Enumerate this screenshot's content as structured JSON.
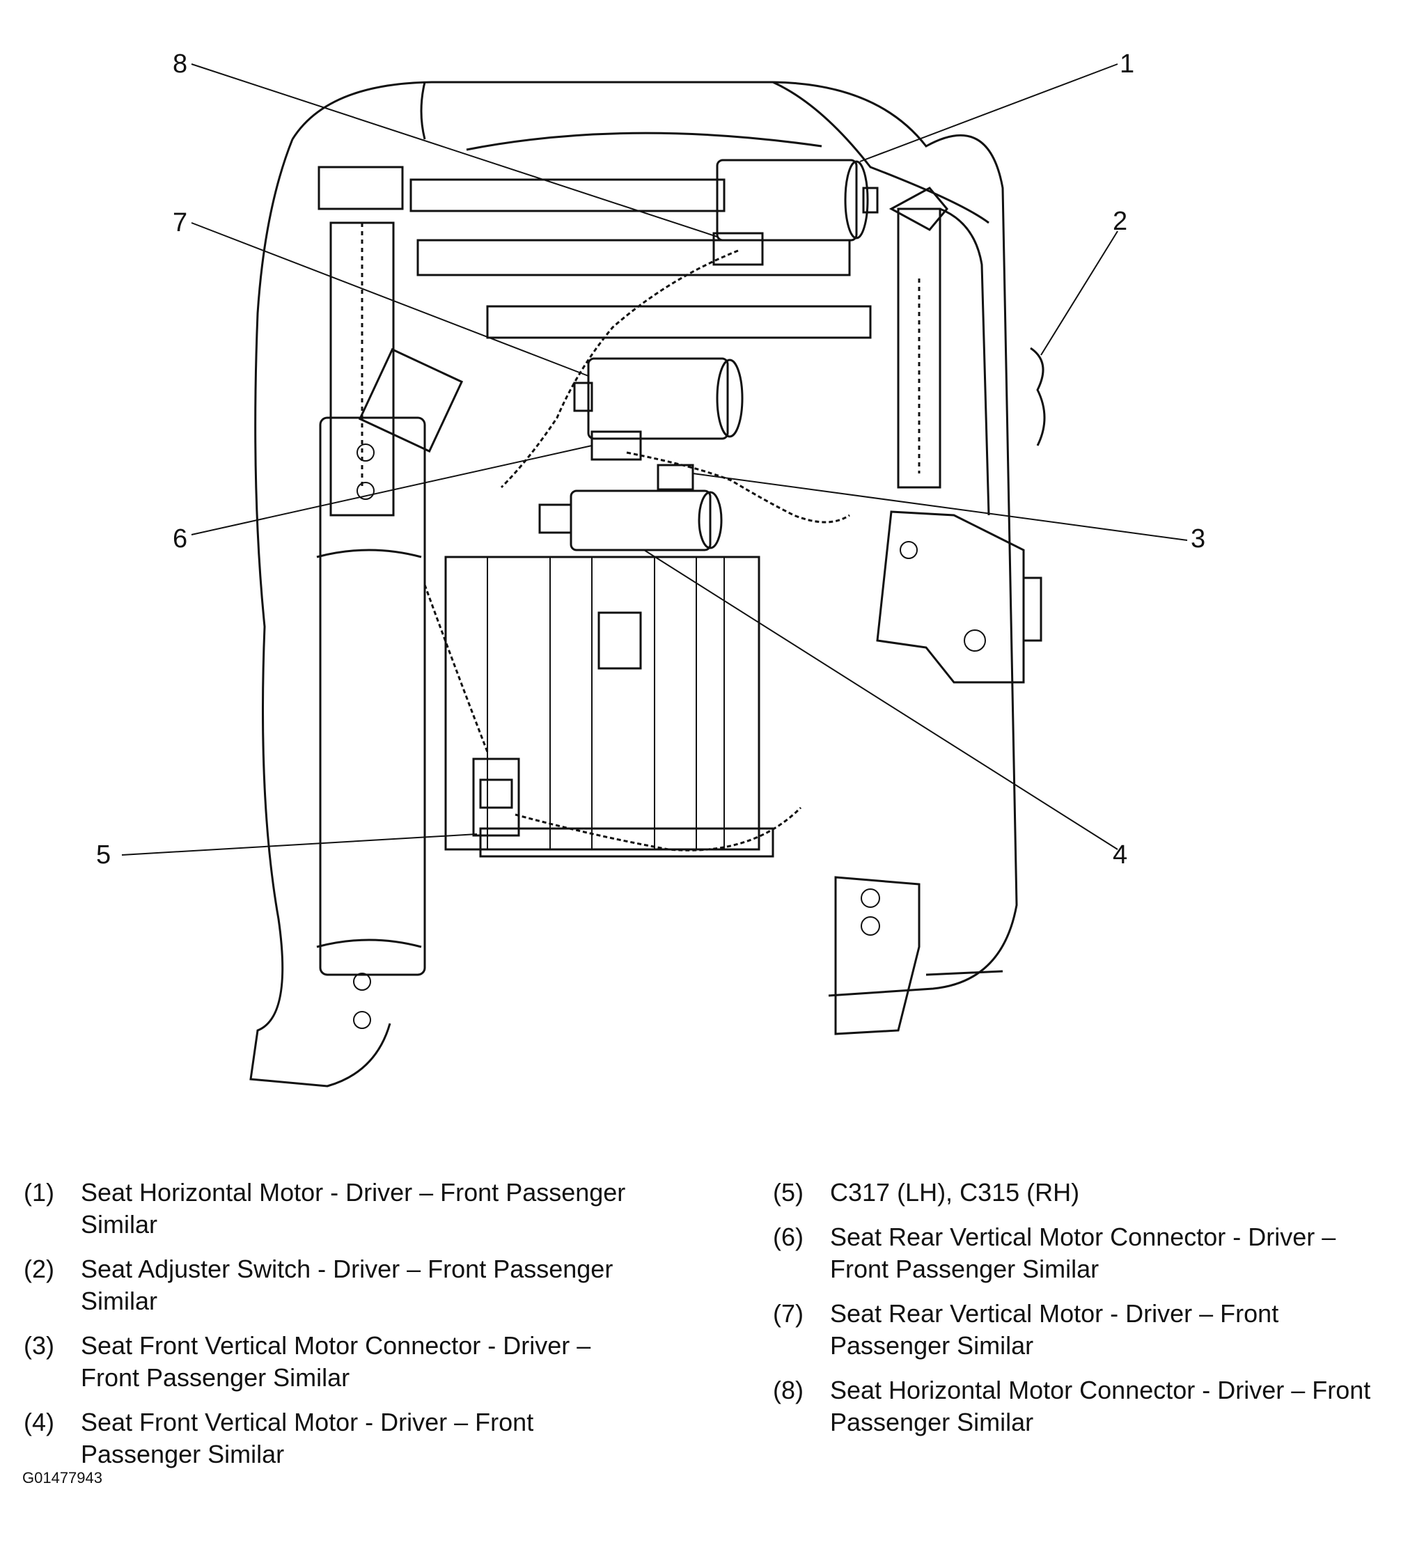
{
  "callouts": {
    "c1": "1",
    "c2": "2",
    "c3": "3",
    "c4": "4",
    "c5": "5",
    "c6": "6",
    "c7": "7",
    "c8": "8"
  },
  "legend": {
    "left": [
      {
        "num": "(1)",
        "text": "Seat Horizontal Motor - Driver – Front Passenger Similar"
      },
      {
        "num": "(2)",
        "text": "Seat Adjuster Switch - Driver – Front Passenger Similar"
      },
      {
        "num": "(3)",
        "text": "Seat Front Vertical Motor Connector - Driver – Front Passenger Similar"
      },
      {
        "num": "(4)",
        "text": "Seat Front Vertical Motor - Driver – Front Passenger Similar"
      }
    ],
    "right": [
      {
        "num": "(5)",
        "text": "C317 (LH), C315 (RH)"
      },
      {
        "num": "(6)",
        "text": "Seat Rear Vertical Motor Connector - Driver – Front Passenger Similar"
      },
      {
        "num": "(7)",
        "text": "Seat Rear Vertical Motor - Driver – Front Passenger Similar"
      },
      {
        "num": "(8)",
        "text": "Seat Horizontal Motor Connector - Driver – Front Passenger Similar"
      }
    ]
  },
  "figure_id": "G01477943"
}
